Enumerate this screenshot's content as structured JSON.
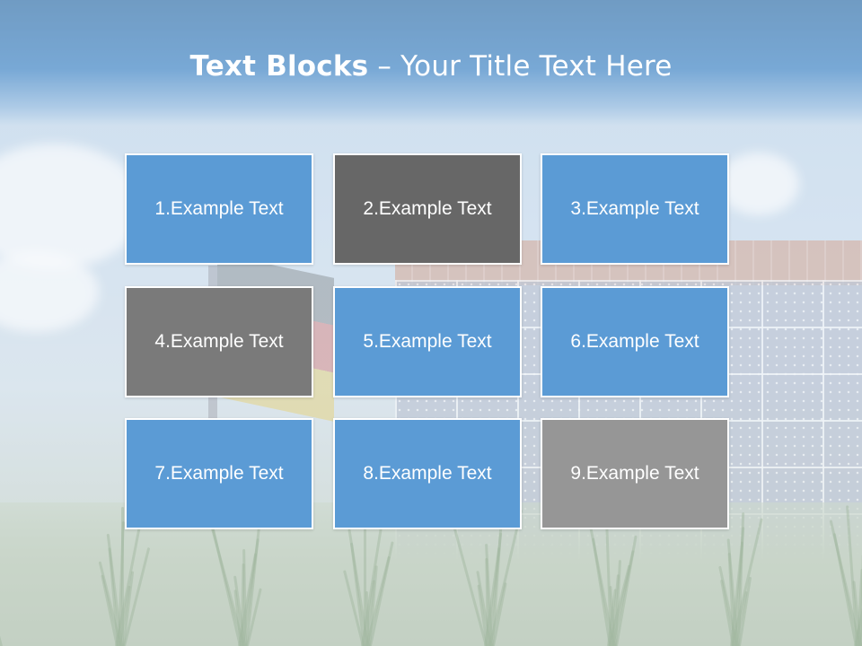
{
  "slide": {
    "title_bold": "Text Blocks",
    "title_dash": " – ",
    "title_rest": "Your Title Text Here"
  },
  "blocks": [
    {
      "label": "1.Example Text",
      "color": "#5b9bd5"
    },
    {
      "label": "2.Example Text",
      "color": "#676767"
    },
    {
      "label": "3.Example Text",
      "color": "#5b9bd5"
    },
    {
      "label": "4.Example Text",
      "color": "#7a7a7a"
    },
    {
      "label": "5.Example Text",
      "color": "#5b9bd5"
    },
    {
      "label": "6.Example Text",
      "color": "#5b9bd5"
    },
    {
      "label": "7.Example Text",
      "color": "#5b9bd5"
    },
    {
      "label": "8.Example Text",
      "color": "#5b9bd5"
    },
    {
      "label": "9.Example Text",
      "color": "#969696"
    }
  ],
  "colors": {
    "title_band": "#3b82c4",
    "block_blue": "#5b9bd5",
    "block_border": "#ffffff"
  }
}
